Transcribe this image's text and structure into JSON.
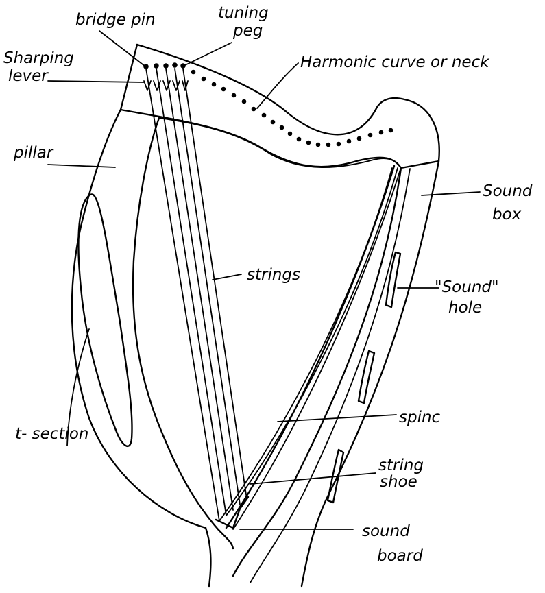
{
  "labels": {
    "bridge_pin": "bridge pin",
    "tuning_peg_1": "tuning",
    "tuning_peg_2": "peg",
    "harmonic_curve": "Harmonic curve or neck",
    "sharping_lever_1": "Sharping",
    "sharping_lever_2": "lever",
    "pillar": "pillar",
    "sound_box_1": "Sound",
    "sound_box_2": "box",
    "strings": "strings",
    "sound_hole_1": "\"Sound\"",
    "sound_hole_2": "hole",
    "t_section": "t- section",
    "spine": "spinc",
    "string_shoe_1": "string",
    "string_shoe_2": "shoe",
    "sound_board_1": "sound",
    "sound_board_2": "board"
  }
}
